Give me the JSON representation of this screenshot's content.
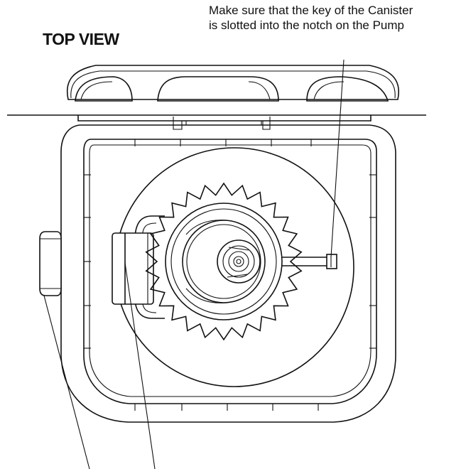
{
  "diagram": {
    "title": "TOP VIEW",
    "callout_line1": "Make sure that the key of the Canister",
    "callout_line2": "is slotted into the notch on the Pump"
  }
}
